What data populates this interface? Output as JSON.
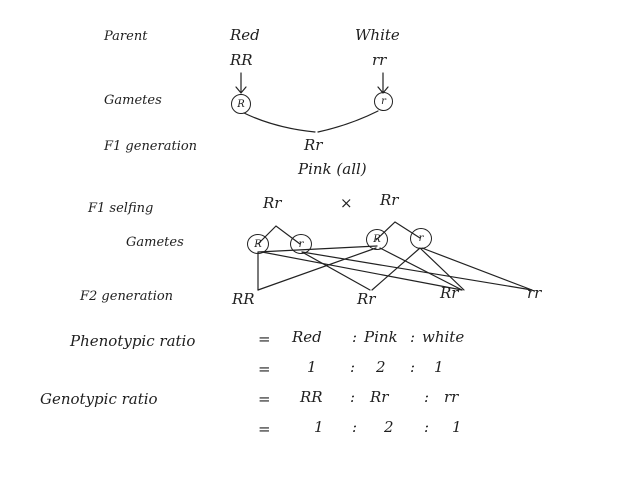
{
  "cross1": {
    "parent_label": "Parent",
    "parent1_pheno": "Red",
    "parent2_pheno": "White",
    "parent1_geno": "RR",
    "parent2_geno": "rr",
    "gametes_label": "Gametes",
    "gamete1": "R",
    "gamete2": "r",
    "f1_label": "F1 generation",
    "f1_geno": "Rr",
    "f1_pheno": "Pink (all)"
  },
  "cross2": {
    "selfing_label": "F1 selfing",
    "parent1": "Rr",
    "cross_symbol": "×",
    "parent2": "Rr",
    "gametes_label": "Gametes",
    "gametes_left": [
      "R",
      "r"
    ],
    "gametes_right": [
      "R",
      "r"
    ],
    "f2_label": "F2 generation",
    "f2_offspring": [
      "RR",
      "Rr",
      "Rr",
      "rr"
    ]
  },
  "ratios": {
    "phenotypic_label": "Phenotypic ratio",
    "equals": "=",
    "colon": ":",
    "phenotypes": [
      "Red",
      "Pink",
      "white"
    ],
    "pheno_values": [
      "1",
      "2",
      "1"
    ],
    "genotypic_label": "Genotypic ratio",
    "genotypes": [
      "RR",
      "Rr",
      "rr"
    ],
    "geno_values": [
      "1",
      "2",
      "1"
    ]
  }
}
